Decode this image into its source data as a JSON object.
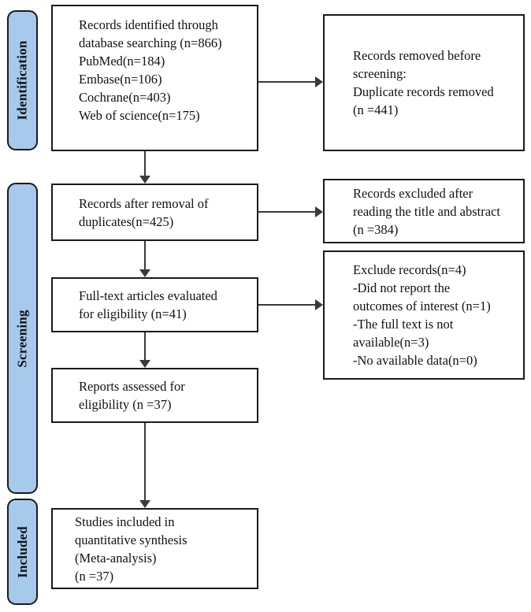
{
  "colors": {
    "stage_fill": "#a6c9ec",
    "stage_border": "#1a1a1a",
    "box_border": "#1a1a1a",
    "box_fill": "#ffffff",
    "arrow": "#3a3a3a",
    "background": "#ffffff"
  },
  "stages": [
    {
      "label": "Identification"
    },
    {
      "label": "Screening"
    },
    {
      "label": "Included"
    }
  ],
  "boxes": {
    "identified": {
      "text": "Records identified through\ndatabase searching (n=866)\nPubMed(n=184)\nEmbase(n=106)\nCochrane(n=403)\nWeb of science(n=175)"
    },
    "after_duplicates": {
      "text": "Records after removal of\nduplicates(n=425)"
    },
    "fulltext_evaluated": {
      "text": "Full-text articles evaluated\nfor eligibility (n=41)"
    },
    "reports_assessed": {
      "text": "Reports assessed for\neligibility (n =37)"
    },
    "included_studies": {
      "text": "Studies included in\nquantitative synthesis\n(Meta-analysis)\n(n =37)"
    }
  },
  "exclusions": {
    "removed_before_screening": {
      "text": "Records removed before\nscreening:\nDuplicate records removed\n(n =441)"
    },
    "excluded_title_abstract": {
      "text": "Records excluded after\nreading the title and abstract\n(n =384)"
    },
    "excluded_fulltext": {
      "text": "Exclude records(n=4)\n-Did not report the\noutcomes of interest (n=1)\n-The full text is not\navailable(n=3)\n-No available data(n=0)"
    }
  }
}
